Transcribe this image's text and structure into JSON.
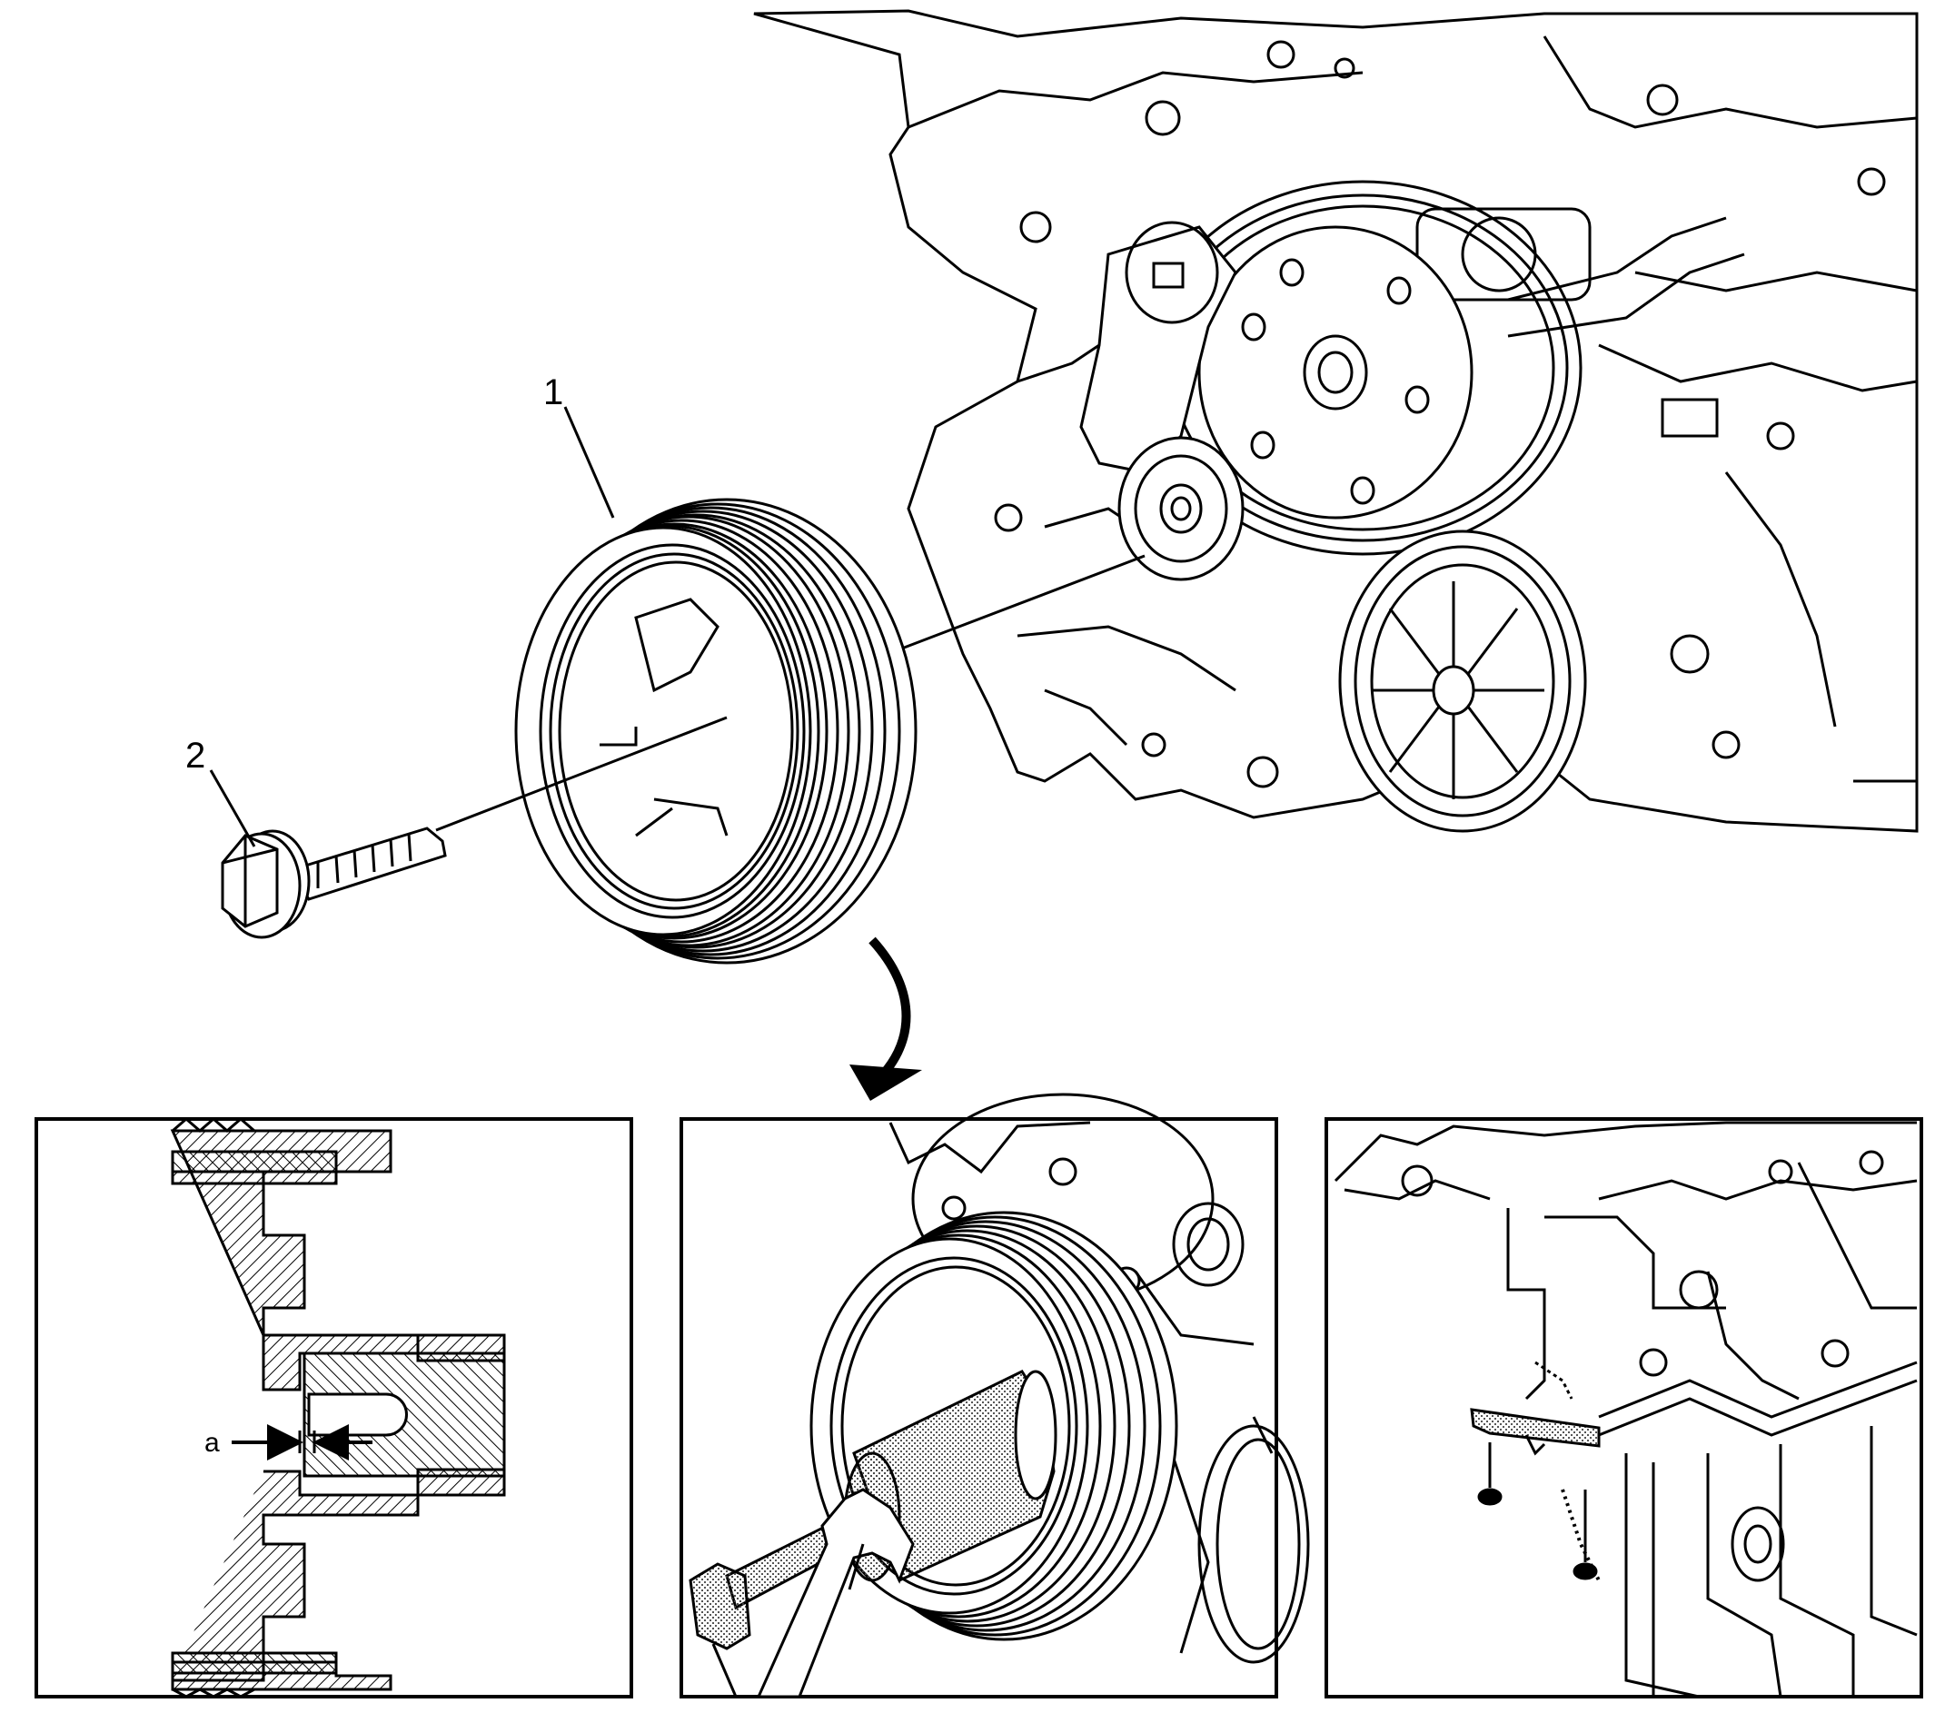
{
  "callouts": {
    "damper": "1",
    "bolt": "2",
    "gap": "a"
  },
  "colors": {
    "line": "#000000",
    "background": "#ffffff",
    "hatch": "#000000",
    "stipple": "#555555"
  },
  "panels": [
    {
      "id": "cross-section"
    },
    {
      "id": "installer-tool"
    },
    {
      "id": "oil-pan-cover"
    }
  ]
}
